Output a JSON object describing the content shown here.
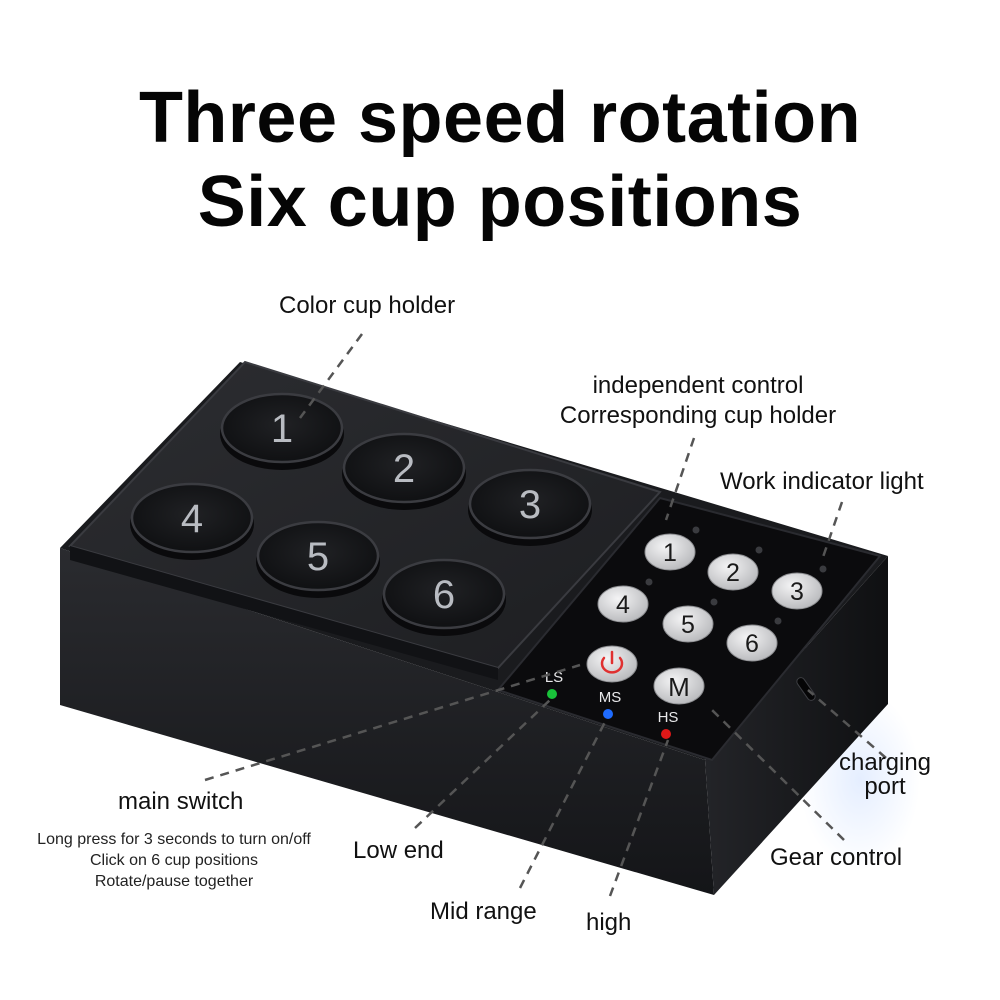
{
  "header": {
    "line1": "Three speed rotation",
    "line2": "Six cup positions"
  },
  "labels": {
    "color_cup_holder": "Color cup holder",
    "independent_control_1": "independent control",
    "independent_control_2": "Corresponding cup holder",
    "work_indicator": "Work indicator light",
    "main_switch": "main switch",
    "main_switch_note_1": "Long press for 3 seconds to turn on/off",
    "main_switch_note_2": "Click on 6 cup positions",
    "main_switch_note_3": "Rotate/pause together",
    "low_end": "Low end",
    "mid_range": "Mid range",
    "high": "high",
    "charging_port_1": "charging",
    "charging_port_2": "port",
    "gear_control": "Gear control"
  },
  "device": {
    "cup_numbers": [
      "1",
      "2",
      "3",
      "4",
      "5",
      "6"
    ],
    "panel_buttons": [
      "1",
      "2",
      "3",
      "4",
      "5",
      "6"
    ],
    "mode_button": "M",
    "speed_labels": [
      "LS",
      "MS",
      "HS"
    ],
    "speed_colors": [
      "#19c33a",
      "#1f6cff",
      "#e01818"
    ],
    "power_icon_color": "#e03030",
    "body_color": "#1b1c1f",
    "panel_color": "#0b0b0d",
    "button_color": "#d9dadc"
  }
}
